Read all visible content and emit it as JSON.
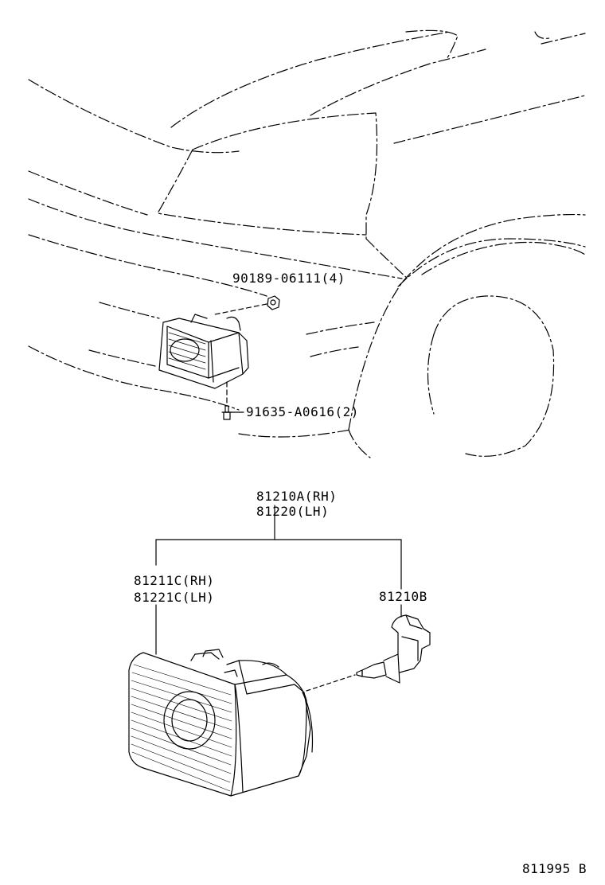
{
  "callouts": {
    "nut": "90189-06111(4)",
    "screw": "91635-A0616(2)",
    "assy_rh": "81210A(RH)",
    "assy_lh": "81220(LH)",
    "unit_rh": "81211C(RH)",
    "unit_lh": "81221C(LH)",
    "bulb": "81210B",
    "figure_code": "811995 B"
  }
}
